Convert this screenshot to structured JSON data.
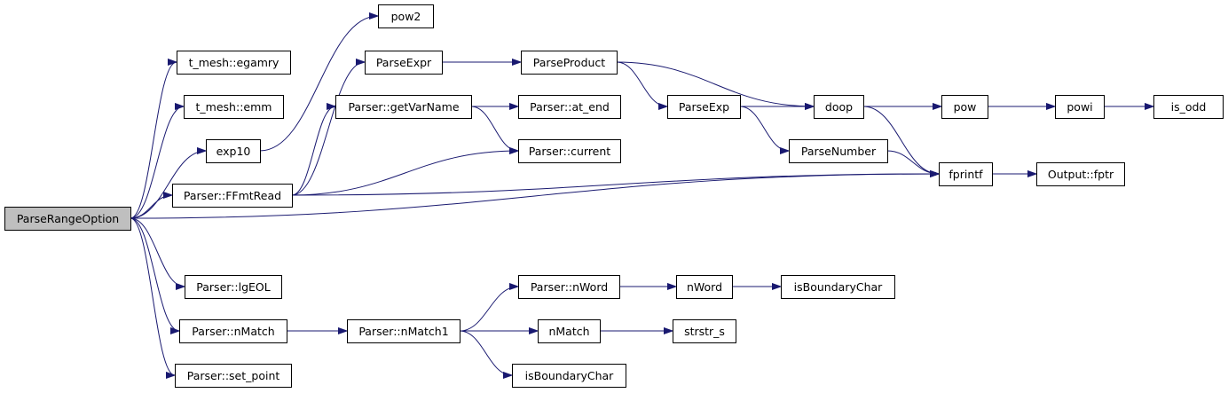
{
  "graph": {
    "nodes": [
      {
        "id": "ParseRangeOption",
        "label": "ParseRangeOption",
        "root": true
      },
      {
        "id": "t_mesh_egamry",
        "label": "t_mesh::egamry"
      },
      {
        "id": "t_mesh_emm",
        "label": "t_mesh::emm"
      },
      {
        "id": "exp10",
        "label": "exp10"
      },
      {
        "id": "FFmtRead",
        "label": "Parser::FFmtRead"
      },
      {
        "id": "lgEOL",
        "label": "Parser::lgEOL"
      },
      {
        "id": "nMatchP",
        "label": "Parser::nMatch"
      },
      {
        "id": "set_point",
        "label": "Parser::set_point"
      },
      {
        "id": "pow2",
        "label": "pow2"
      },
      {
        "id": "ParseExpr",
        "label": "ParseExpr"
      },
      {
        "id": "getVarName",
        "label": "Parser::getVarName"
      },
      {
        "id": "current",
        "label": "Parser::current"
      },
      {
        "id": "at_end",
        "label": "Parser::at_end"
      },
      {
        "id": "ParseProduct",
        "label": "ParseProduct"
      },
      {
        "id": "ParseExp",
        "label": "ParseExp"
      },
      {
        "id": "ParseNumber",
        "label": "ParseNumber"
      },
      {
        "id": "doop",
        "label": "doop"
      },
      {
        "id": "pow",
        "label": "pow"
      },
      {
        "id": "powi",
        "label": "powi"
      },
      {
        "id": "is_odd",
        "label": "is_odd"
      },
      {
        "id": "fprintf",
        "label": "fprintf"
      },
      {
        "id": "fptr",
        "label": "Output::fptr"
      },
      {
        "id": "nMatch1",
        "label": "Parser::nMatch1"
      },
      {
        "id": "nWordP",
        "label": "Parser::nWord"
      },
      {
        "id": "nWord",
        "label": "nWord"
      },
      {
        "id": "isBoundaryChar1",
        "label": "isBoundaryChar"
      },
      {
        "id": "nMatch",
        "label": "nMatch"
      },
      {
        "id": "strstr_s",
        "label": "strstr_s"
      },
      {
        "id": "isBoundaryChar2",
        "label": "isBoundaryChar"
      }
    ],
    "edges": [
      {
        "from": "ParseRangeOption",
        "to": "t_mesh_egamry"
      },
      {
        "from": "ParseRangeOption",
        "to": "t_mesh_emm"
      },
      {
        "from": "ParseRangeOption",
        "to": "exp10"
      },
      {
        "from": "ParseRangeOption",
        "to": "FFmtRead"
      },
      {
        "from": "ParseRangeOption",
        "to": "fprintf"
      },
      {
        "from": "ParseRangeOption",
        "to": "lgEOL"
      },
      {
        "from": "ParseRangeOption",
        "to": "nMatchP"
      },
      {
        "from": "ParseRangeOption",
        "to": "set_point"
      },
      {
        "from": "exp10",
        "to": "pow2"
      },
      {
        "from": "FFmtRead",
        "to": "ParseExpr"
      },
      {
        "from": "FFmtRead",
        "to": "getVarName"
      },
      {
        "from": "FFmtRead",
        "to": "current"
      },
      {
        "from": "FFmtRead",
        "to": "fprintf"
      },
      {
        "from": "ParseExpr",
        "to": "ParseProduct"
      },
      {
        "from": "getVarName",
        "to": "at_end"
      },
      {
        "from": "getVarName",
        "to": "current"
      },
      {
        "from": "ParseProduct",
        "to": "ParseExp"
      },
      {
        "from": "ParseProduct",
        "to": "doop"
      },
      {
        "from": "ParseExp",
        "to": "doop"
      },
      {
        "from": "ParseExp",
        "to": "ParseNumber"
      },
      {
        "from": "ParseNumber",
        "to": "fprintf"
      },
      {
        "from": "doop",
        "to": "pow"
      },
      {
        "from": "doop",
        "to": "fprintf"
      },
      {
        "from": "pow",
        "to": "powi"
      },
      {
        "from": "powi",
        "to": "is_odd"
      },
      {
        "from": "fprintf",
        "to": "fptr"
      },
      {
        "from": "nMatchP",
        "to": "nMatch1"
      },
      {
        "from": "nMatch1",
        "to": "nWordP"
      },
      {
        "from": "nMatch1",
        "to": "nMatch"
      },
      {
        "from": "nMatch1",
        "to": "isBoundaryChar2"
      },
      {
        "from": "nWordP",
        "to": "nWord"
      },
      {
        "from": "nWord",
        "to": "isBoundaryChar1"
      },
      {
        "from": "nMatch",
        "to": "strstr_s"
      }
    ]
  }
}
